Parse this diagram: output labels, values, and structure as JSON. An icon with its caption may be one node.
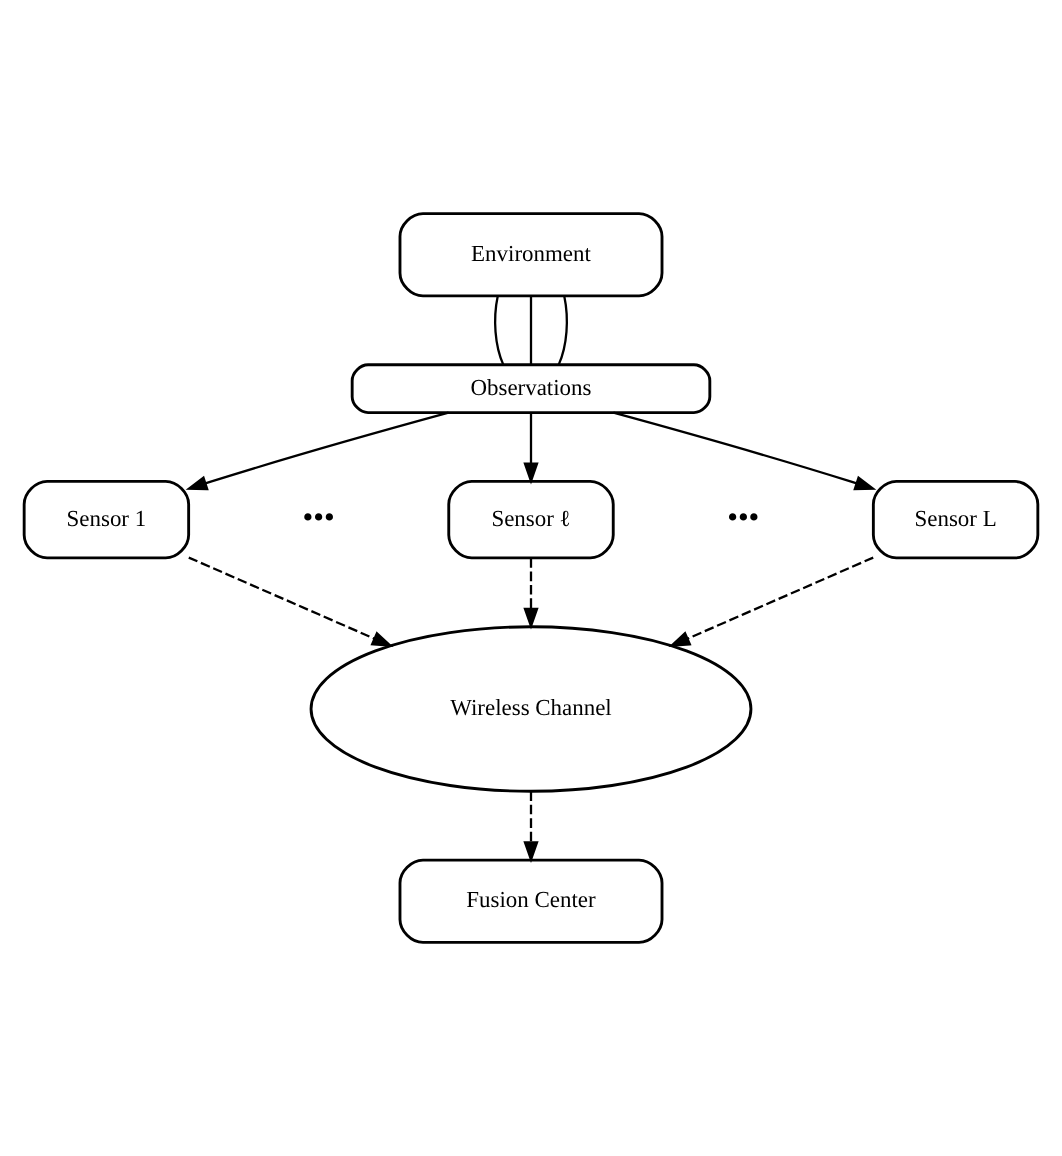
{
  "diagram": {
    "nodes": [
      {
        "text": [
          "Environment"
        ]
      },
      {
        "text": [
          "Observations"
        ]
      },
      {
        "text": [
          "Sensor 1"
        ]
      },
      {
        "text": [
          "Sensor ℓ"
        ]
      },
      {
        "text": [
          "Sensor L"
        ]
      },
      {
        "text": [
          "Wireless Channel"
        ]
      },
      {
        "text": [
          "Fusion Center"
        ]
      }
    ],
    "edges": [
      {
        "from": 0,
        "to": 1,
        "arrow": "none"
      },
      {
        "from": 0,
        "to": 1,
        "arrow": "none"
      },
      {
        "from": 0,
        "to": 1,
        "arrow": "none"
      },
      {
        "from": 1,
        "to": 2,
        "arrow": "to"
      },
      {
        "from": 1,
        "to": 3,
        "arrow": "to"
      },
      {
        "from": 1,
        "to": 4,
        "arrow": "to"
      },
      {
        "from": 2,
        "to": 5,
        "arrow": "to",
        "style": "dashed"
      },
      {
        "from": 3,
        "to": 5,
        "arrow": "to",
        "style": "dashed"
      },
      {
        "from": 4,
        "to": 5,
        "arrow": "to",
        "style": "dashed"
      },
      {
        "from": 5,
        "to": 6,
        "arrow": "to",
        "style": "dashed"
      }
    ],
    "labels": [
      "•••",
      "•••"
    ]
  }
}
